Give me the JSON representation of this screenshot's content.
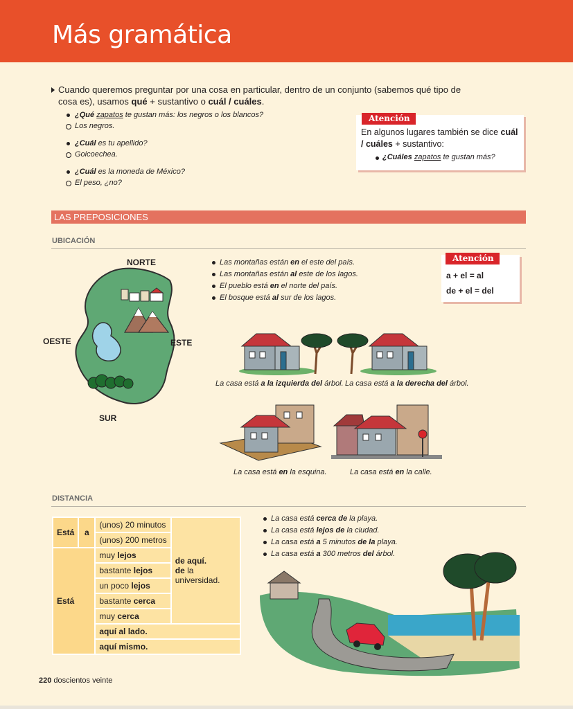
{
  "page": {
    "title": "Más gramática",
    "footer_number": "220",
    "footer_words": "doscientos veinte"
  },
  "intro": {
    "part1": "Cuando queremos preguntar por una cosa en particular, dentro de un conjunto (sabemos qué tipo de cosa es), usamos ",
    "que": "qué",
    "part2": " + sustantivo o ",
    "cual": "cuál / cuáles",
    "part3": "."
  },
  "examples": [
    {
      "q_bold": "¿Qué",
      "q_und": "zapatos",
      "q_rest": " te gustan más: los negros o los blancos?",
      "a": "Los negros."
    },
    {
      "q_bold": "¿Cuál",
      "q_und": "",
      "q_rest": " es tu apellido?",
      "a": "Goicoechea."
    },
    {
      "q_bold": "¿Cuál",
      "q_und": "",
      "q_rest": " es la moneda de México?",
      "a": "El peso, ¿no?"
    }
  ],
  "atencion1": {
    "tag": "Atención",
    "text1": "En algunos lugares también se dice ",
    "cual": "cuál /",
    "cuales": "cuáles",
    "text2": " + sustantivo:",
    "ex_bold": "¿Cuáles",
    "ex_und": "zapatos",
    "ex_rest": " te gustan más?"
  },
  "section_bar": "LAS PREPOSICIONES",
  "ubicacion": {
    "heading": "UBICACIÓN",
    "compass": {
      "north": "NORTE",
      "south": "SUR",
      "east": "ESTE",
      "west": "OESTE"
    },
    "bullets": [
      {
        "pre": "Las montañas están ",
        "b": "en",
        "post": " el este del país."
      },
      {
        "pre": "Las montañas están ",
        "b": "al",
        "post": " este de los lagos."
      },
      {
        "pre": "El pueblo está ",
        "b": "en",
        "post": " el norte del país."
      },
      {
        "pre": "El bosque está ",
        "b": "al",
        "post": " sur de los lagos."
      }
    ],
    "captions": {
      "left": {
        "pre": "La casa está ",
        "b": "a la izquierda del",
        "post": " árbol."
      },
      "right": {
        "pre": "La casa está ",
        "b": "a la derecha del",
        "post": " árbol."
      },
      "corner": {
        "pre": "La casa está ",
        "b": "en",
        "post": " la esquina."
      },
      "street": {
        "pre": "La casa está ",
        "b": "en",
        "post": " la calle."
      }
    }
  },
  "atencion2": {
    "tag": "Atención",
    "row1": "a + el = al",
    "row2": "de + el = del"
  },
  "distancia": {
    "heading": "DISTANCIA",
    "esta": "Está",
    "a": "a",
    "minutes": "(unos) 20 minutos",
    "meters": "(unos) 200 metros",
    "de_aqui": "de aquí.",
    "de_la": "de",
    "universidad": " la universidad.",
    "degrees": [
      {
        "pre": "muy ",
        "b": "lejos"
      },
      {
        "pre": "bastante ",
        "b": "lejos"
      },
      {
        "pre": "un poco ",
        "b": "lejos"
      },
      {
        "pre": "bastante ",
        "b": "cerca"
      },
      {
        "pre": "muy ",
        "b": "cerca"
      }
    ],
    "aqui_lado": "aquí al lado.",
    "aqui_mismo": "aquí mismo.",
    "bullets": [
      {
        "pre": "La casa está ",
        "b": "cerca de",
        "post": " la playa."
      },
      {
        "pre": "La casa está ",
        "b": "lejos de",
        "post": " la ciudad."
      },
      {
        "pre": "La casa está ",
        "b": "a",
        "mid": " 5 minutos ",
        "b2": "de la",
        "post": " playa."
      },
      {
        "pre": "La casa está ",
        "b": "a",
        "mid": " 300 metros ",
        "b2": "del",
        "post": " árbol."
      }
    ]
  },
  "colors": {
    "header": "#e8502a",
    "page_bg": "#fdf3dc",
    "section_bar": "#e4725f",
    "attention_tag": "#d9252a",
    "table_light": "#fde3a3",
    "table_dark": "#fcd88a"
  }
}
